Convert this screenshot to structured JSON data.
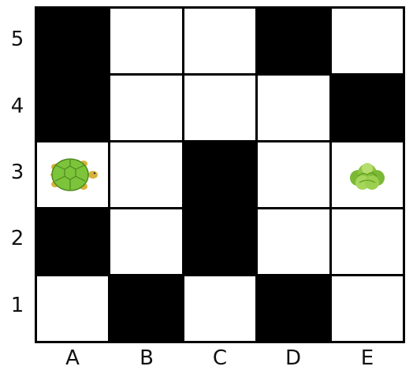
{
  "board": {
    "columns": [
      "A",
      "B",
      "C",
      "D",
      "E"
    ],
    "rows": [
      "5",
      "4",
      "3",
      "2",
      "1"
    ],
    "cells": [
      [
        "black",
        "white",
        "white",
        "black",
        "white"
      ],
      [
        "black",
        "white",
        "white",
        "white",
        "black"
      ],
      [
        "white",
        "white",
        "black",
        "white",
        "white"
      ],
      [
        "black",
        "white",
        "black",
        "white",
        "white"
      ],
      [
        "white",
        "black",
        "white",
        "black",
        "white"
      ]
    ],
    "pieces": [
      {
        "type": "turtle",
        "square": "A3",
        "icon": "turtle-icon"
      },
      {
        "type": "lettuce",
        "square": "E3",
        "icon": "lettuce-icon"
      }
    ]
  },
  "colors": {
    "dark_square": "#000000",
    "light_square": "#ffffff",
    "turtle_shell": "#7cc43a",
    "turtle_skin": "#d9b23a",
    "lettuce": "#8cc63f"
  }
}
